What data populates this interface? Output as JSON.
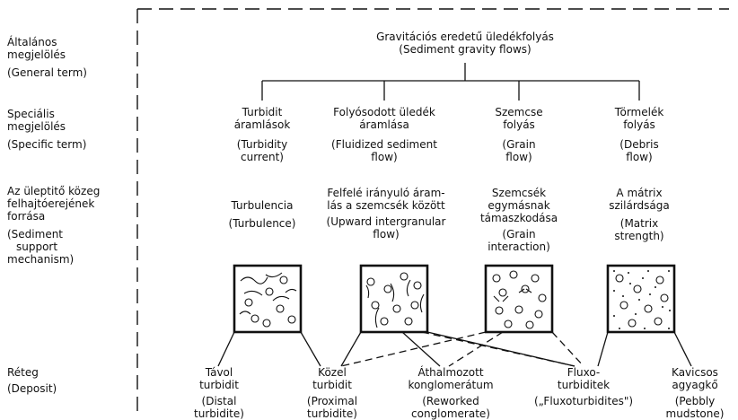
{
  "rows": {
    "general": {
      "hu": [
        "Általános",
        "megjelölés"
      ],
      "en": "(General term)"
    },
    "specific": {
      "hu": [
        "Speciális",
        "megjelölés"
      ],
      "en": "(Specific term)"
    },
    "mechanism": {
      "hu": [
        "Az üleptitő közeg",
        "felhajtóerejének",
        "forrása"
      ],
      "en": [
        "(Sediment",
        "support",
        "mechanism)"
      ]
    },
    "deposit": {
      "hu": "Réteg",
      "en": "(Deposit)"
    }
  },
  "top": {
    "hu": "Gravitációs eredetű üledékfolyás",
    "en": "(Sediment gravity flows)"
  },
  "flows": [
    {
      "hu": [
        "Turbidit",
        "áramlások"
      ],
      "en": [
        "(Turbidity",
        "current)"
      ]
    },
    {
      "hu": [
        "Folyósodott üledék",
        "áramlása"
      ],
      "en": [
        "(Fluidized sediment",
        "flow)"
      ]
    },
    {
      "hu": [
        "Szemcse",
        "folyás"
      ],
      "en": [
        "(Grain",
        "flow)"
      ]
    },
    {
      "hu": [
        "Törmelék",
        "folyás"
      ],
      "en": [
        "(Debris",
        "flow)"
      ]
    }
  ],
  "mechanisms": [
    {
      "hu": [
        "Turbulencia"
      ],
      "en": [
        "(Turbulence)"
      ]
    },
    {
      "hu": [
        "Felfelé irányuló áram-",
        "lás a szemcsék között"
      ],
      "en": [
        "(Upward intergranular",
        "flow)"
      ]
    },
    {
      "hu": [
        "Szemcsék",
        "egymásnak",
        "támaszkodása"
      ],
      "en": [
        "(Grain",
        "interaction)"
      ]
    },
    {
      "hu": [
        "A mátrix",
        "szilárdsága"
      ],
      "en": [
        "(Matrix",
        "strength)"
      ]
    }
  ],
  "deposits": [
    {
      "hu": [
        "Távol",
        "turbidit"
      ],
      "en": [
        "(Distal",
        "turbidite)"
      ]
    },
    {
      "hu": [
        "Közel",
        "turbidit"
      ],
      "en": [
        "(Proximal",
        "turbidite)"
      ]
    },
    {
      "hu": [
        "Áthalmozott",
        "konglomerátum"
      ],
      "en": [
        "(Reworked",
        "conglomerate)"
      ]
    },
    {
      "hu": [
        "Fluxo-",
        "turbiditek"
      ],
      "en": [
        "(„Fluxoturbidites\")"
      ]
    },
    {
      "hu": [
        "Kavicsos",
        "agyagkő"
      ],
      "en": [
        "(Pebbly",
        "mudstone)"
      ]
    }
  ]
}
